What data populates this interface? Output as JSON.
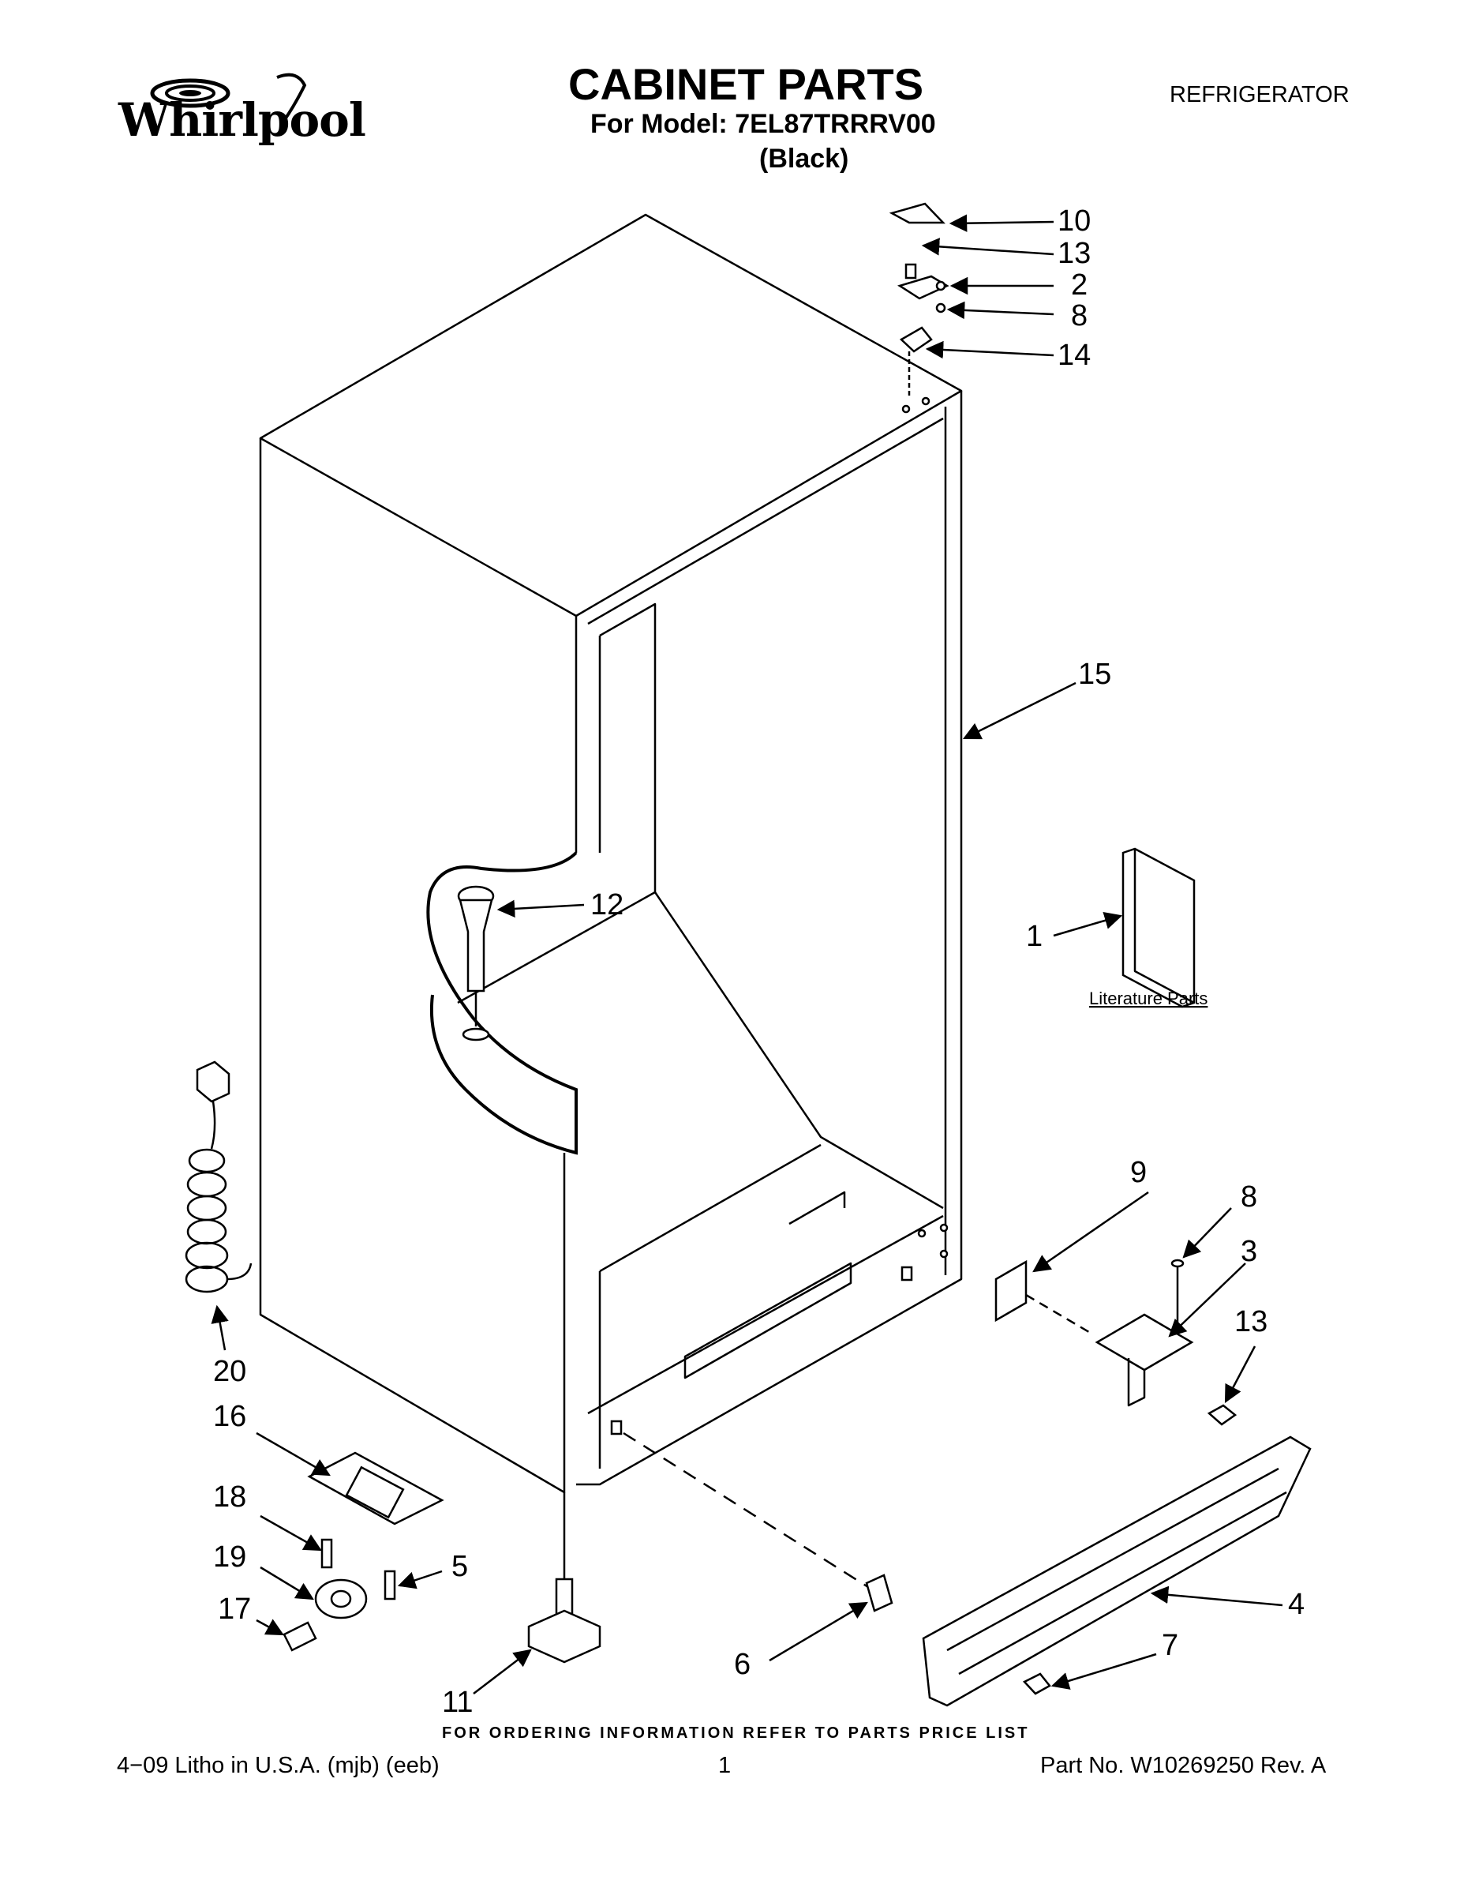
{
  "header": {
    "brand": "Whirlpool",
    "title": "CABINET PARTS",
    "model_line": "For Model: 7EL87TRRRV00",
    "color_line": "(Black)",
    "category": "REFRIGERATOR"
  },
  "diagram": {
    "callouts": [
      {
        "id": "10",
        "label": "10"
      },
      {
        "id": "13a",
        "label": "13"
      },
      {
        "id": "2",
        "label": "2"
      },
      {
        "id": "8a",
        "label": "8"
      },
      {
        "id": "14",
        "label": "14"
      },
      {
        "id": "15",
        "label": "15"
      },
      {
        "id": "12",
        "label": "12"
      },
      {
        "id": "1",
        "label": "1"
      },
      {
        "id": "9",
        "label": "9"
      },
      {
        "id": "8b",
        "label": "8"
      },
      {
        "id": "3",
        "label": "3"
      },
      {
        "id": "13b",
        "label": "13"
      },
      {
        "id": "20",
        "label": "20"
      },
      {
        "id": "16",
        "label": "16"
      },
      {
        "id": "18",
        "label": "18"
      },
      {
        "id": "19",
        "label": "19"
      },
      {
        "id": "5",
        "label": "5"
      },
      {
        "id": "17",
        "label": "17"
      },
      {
        "id": "4",
        "label": "4"
      },
      {
        "id": "7",
        "label": "7"
      },
      {
        "id": "6",
        "label": "6"
      },
      {
        "id": "11",
        "label": "11"
      }
    ],
    "literature_label": "Literature Parts"
  },
  "footer": {
    "order_note": "FOR ORDERING INFORMATION REFER TO PARTS PRICE LIST",
    "litho": "4−09 Litho in U.S.A. (mjb) (eeb)",
    "page_number": "1",
    "part_number": "Part No. W10269250 Rev. A"
  }
}
